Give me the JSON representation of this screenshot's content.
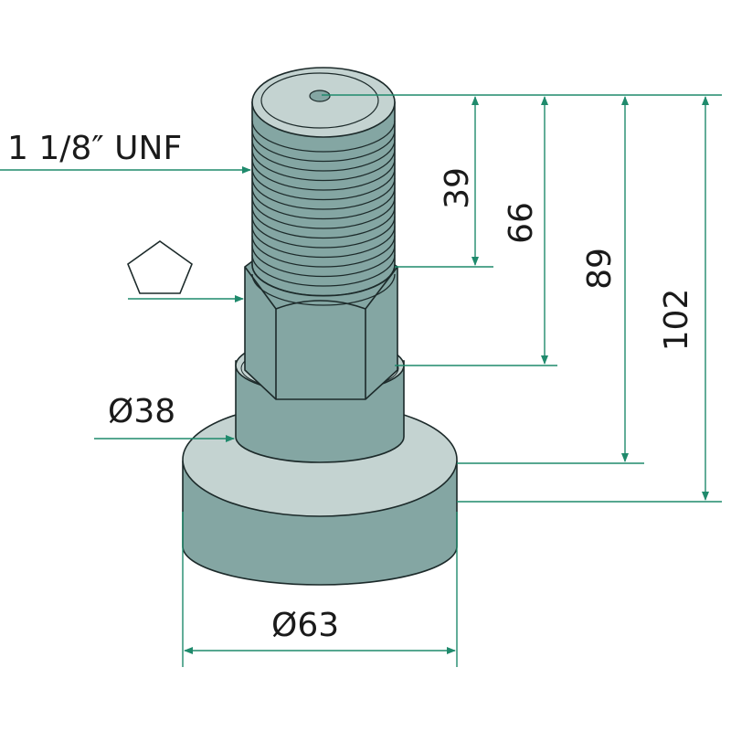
{
  "labels": {
    "thread": "1  1/8″ UNF",
    "collar_diameter": "Ø38",
    "flange_diameter": "Ø63",
    "dim_39": "39",
    "dim_66": "66",
    "dim_89": "89",
    "dim_102": "102"
  },
  "colors": {
    "dimension": "#1f8a6c",
    "body": "#84a6a3",
    "light": "#c4d3d1",
    "outline": "#1c2a2a"
  },
  "icons": {
    "hex_symbol": "pentagon-icon"
  }
}
